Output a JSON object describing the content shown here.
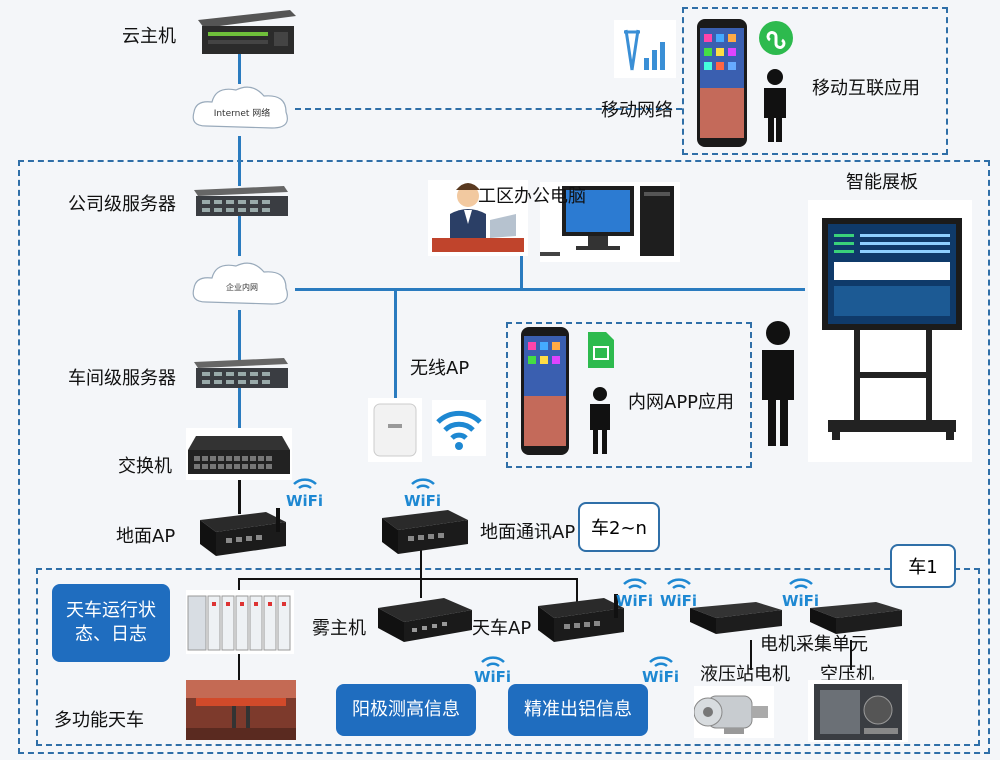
{
  "labels": {
    "cloud_host": "云主机",
    "internet": "Internet 网络",
    "mobile_network": "移动网络",
    "mobile_app": "移动互联应用",
    "company_server": "公司级服务器",
    "office_pc": "工区办公电脑",
    "smart_board": "智能展板",
    "enterprise_net": "企业内网",
    "workshop_server": "车间级服务器",
    "wireless_ap": "无线AP",
    "intranet_app": "内网APP应用",
    "switch": "交换机",
    "ground_ap": "地面AP",
    "ground_comm_ap": "地面通讯AP",
    "car_2n": "车2~n",
    "car_1": "车1",
    "crane_status": "天车运行状态、日志",
    "fog_host": "雾主机",
    "crane_ap": "天车AP",
    "motor_unit": "电机采集单元",
    "hydraulic": "液压站电机",
    "air_compressor": "空压机",
    "multi_crane": "多功能天车",
    "anode_info": "阳极测高信息",
    "precise_info": "精准出铝信息",
    "wifi": "WiFi"
  },
  "colors": {
    "accent": "#1f6dbf",
    "wire": "#2a7bbf",
    "dash": "#2f6fa8",
    "wifi": "#1e88d2"
  }
}
